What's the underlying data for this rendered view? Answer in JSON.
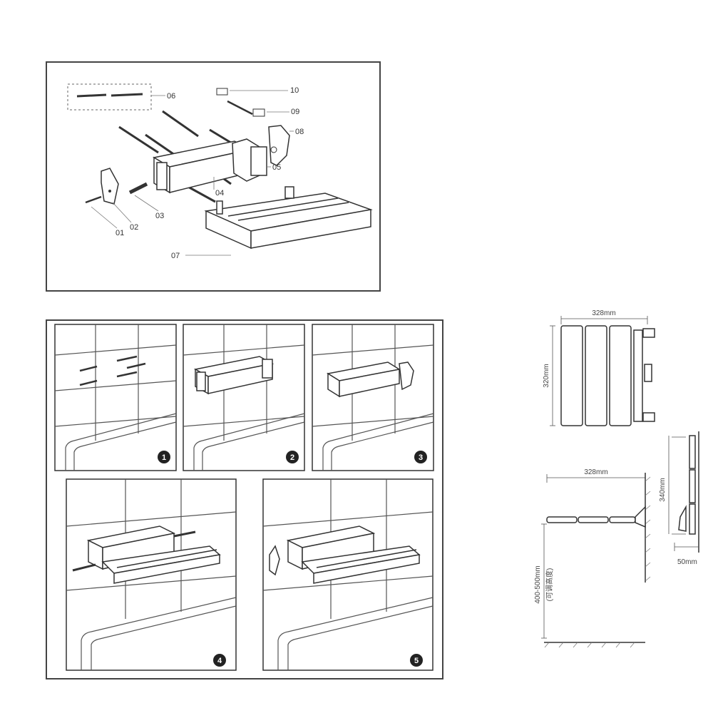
{
  "exploded_view": {
    "parts": [
      {
        "id": "p01",
        "label": "01"
      },
      {
        "id": "p02",
        "label": "02"
      },
      {
        "id": "p03",
        "label": "03"
      },
      {
        "id": "p04",
        "label": "04"
      },
      {
        "id": "p05",
        "label": "05"
      },
      {
        "id": "p06",
        "label": "06"
      },
      {
        "id": "p07",
        "label": "07"
      },
      {
        "id": "p08",
        "label": "08"
      },
      {
        "id": "p09",
        "label": "09"
      },
      {
        "id": "p10",
        "label": "10"
      }
    ]
  },
  "install_steps": [
    {
      "label": "1"
    },
    {
      "label": "2"
    },
    {
      "label": "3"
    },
    {
      "label": "4"
    },
    {
      "label": "5"
    }
  ],
  "dimensions": {
    "top_width": "328mm",
    "top_height": "320mm",
    "side_width": "328mm",
    "side_depth": "340mm",
    "wall_gap": "50mm",
    "mount_height": "400-500mm",
    "mount_note": "(可调高度)"
  },
  "colors": {
    "line": "#333333",
    "frame": "#444444",
    "background": "#ffffff"
  }
}
